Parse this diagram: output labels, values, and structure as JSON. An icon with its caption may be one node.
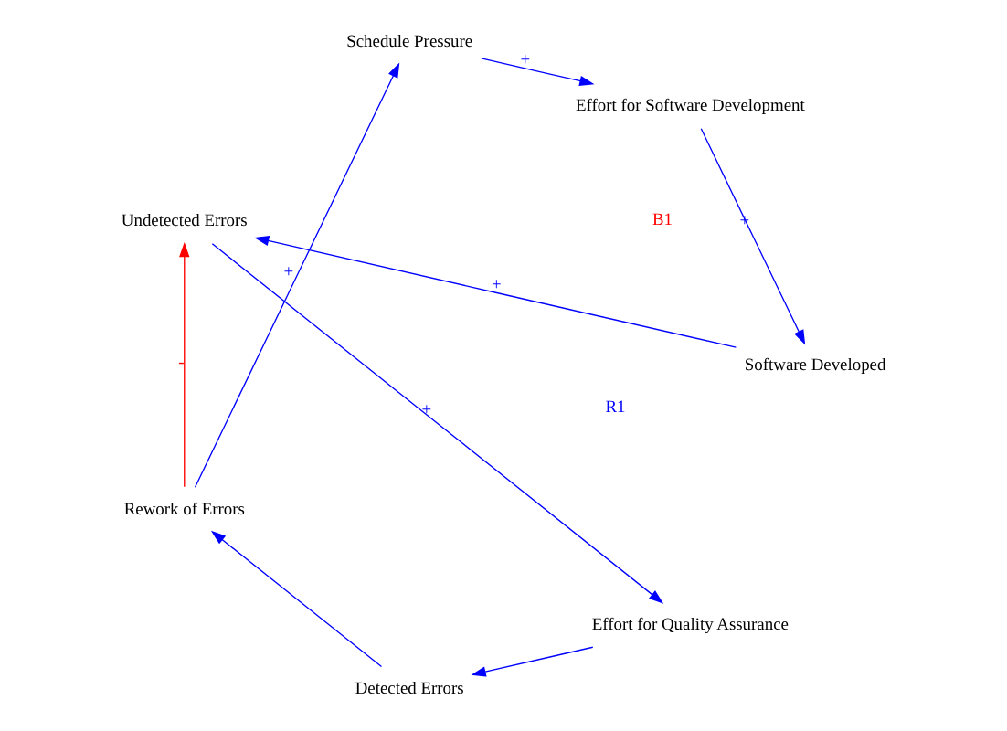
{
  "diagram": {
    "nodes": [
      {
        "text": [
          "Software Developed"
        ]
      },
      {
        "text": [
          "Undetected Errors"
        ]
      },
      {
        "text": [
          "Effort for Quality Assurance"
        ]
      },
      {
        "text": [
          "Detected Errors"
        ]
      },
      {
        "text": [
          "Rework of Errors"
        ]
      },
      {
        "text": [
          "Schedule Pressure"
        ]
      },
      {
        "text": [
          "Effort for Software Development"
        ]
      }
    ],
    "edges": [
      {
        "from": 0,
        "to": 1,
        "arrow": "to",
        "label": "+"
      },
      {
        "from": 1,
        "to": 2,
        "arrow": "to",
        "label": "+"
      },
      {
        "from": 2,
        "to": 3,
        "arrow": "to"
      },
      {
        "from": 3,
        "to": 4,
        "arrow": "to"
      },
      {
        "from": 4,
        "to": 5,
        "arrow": "to",
        "label": "+"
      },
      {
        "from": 5,
        "to": 6,
        "arrow": "to",
        "label": "+"
      },
      {
        "from": 6,
        "to": 0,
        "arrow": "to",
        "label": "+"
      },
      {
        "from": 4,
        "to": 1,
        "arrow": "to",
        "label": "-",
        "color": "#ff0000"
      }
    ],
    "labels": [
      "R1",
      "B1"
    ]
  }
}
